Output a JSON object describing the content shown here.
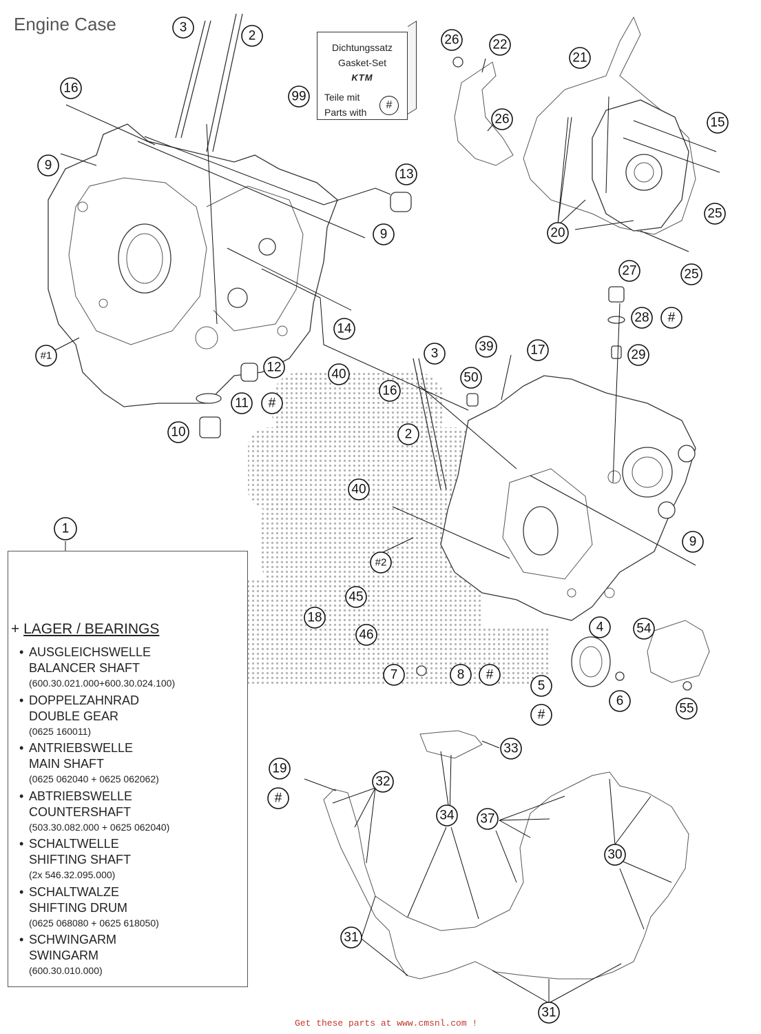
{
  "title": "Engine Case",
  "gasket_set": {
    "line1": "Dichtungssatz",
    "line2": "Gasket-Set",
    "logo": "KTM",
    "line3": "Teile mit",
    "line4": "Parts with",
    "symbol": "#",
    "callout": "99"
  },
  "callouts": {
    "c3a": "3",
    "c2a": "2",
    "c16a": "16",
    "c9a": "9",
    "c13": "13",
    "c9b": "9",
    "c14": "14",
    "c1a": "#1",
    "c12": "12",
    "c11": "11",
    "c11h": "#",
    "c10": "10",
    "c26a": "26",
    "c22": "22",
    "c26b": "26",
    "c21": "21",
    "c15": "15",
    "c25a": "25",
    "c20": "20",
    "c25b": "25",
    "c27": "27",
    "c28": "28",
    "c28h": "#",
    "c29": "29",
    "c39": "39",
    "c17": "17",
    "c3b": "3",
    "c50": "50",
    "c40a": "40",
    "c16b": "16",
    "c2b": "2",
    "c40b": "40",
    "c9c": "9",
    "c2h": "#2",
    "c45": "45",
    "c18": "18",
    "c46": "46",
    "c4": "4",
    "c54": "54",
    "c6": "6",
    "c5": "5",
    "c5h": "#",
    "c55": "55",
    "c7": "7",
    "c8": "8",
    "c8h": "#",
    "c33": "33",
    "c19": "19",
    "c19h": "#",
    "c32": "32",
    "c34": "34",
    "c37": "37",
    "c30": "30",
    "c31a": "31",
    "c31b": "31",
    "c1": "1"
  },
  "kit": {
    "row1": [
      "#1",
      "#2",
      "2",
      "3",
      "9",
      "12",
      "13",
      "14"
    ],
    "row2": [
      "17",
      "18",
      "39",
      "40",
      "45",
      "46",
      "50"
    ]
  },
  "bearings": {
    "header_plus": "+",
    "header": "LAGER / BEARINGS",
    "items": [
      {
        "de": "AUSGLEICHSWELLE",
        "en": "BALANCER SHAFT",
        "pn": "(600.30.021.000+600.30.024.100)"
      },
      {
        "de": "DOPPELZAHNRAD",
        "en": "DOUBLE GEAR",
        "pn": "(0625 160011)"
      },
      {
        "de": "ANTRIEBSWELLE",
        "en": "MAIN SHAFT",
        "pn": "(0625 062040 + 0625 062062)"
      },
      {
        "de": "ABTRIEBSWELLE",
        "en": "COUNTERSHAFT",
        "pn": "(503.30.082.000 + 0625 062040)"
      },
      {
        "de": "SCHALTWELLE",
        "en": "SHIFTING SHAFT",
        "pn": "(2x 546.32.095.000)"
      },
      {
        "de": "SCHALTWALZE",
        "en": "SHIFTING DRUM",
        "pn": "(0625 068080 + 0625 618050)"
      },
      {
        "de": "SCHWINGARM",
        "en": "SWINGARM",
        "pn": "(600.30.010.000)"
      }
    ]
  },
  "footer": "Get these parts at www.cmsnl.com !"
}
